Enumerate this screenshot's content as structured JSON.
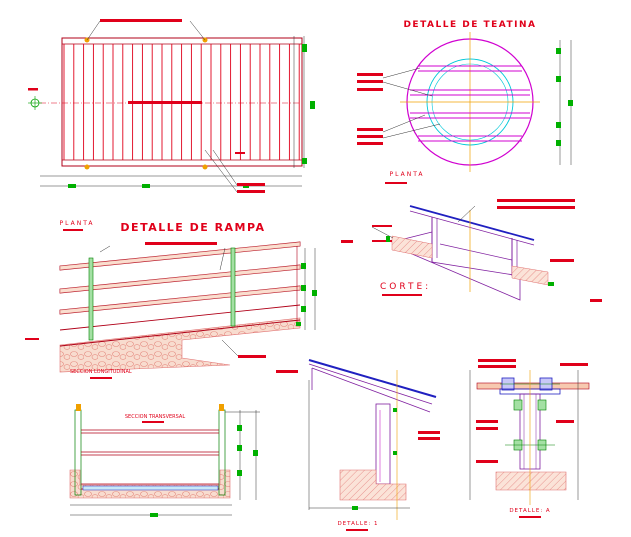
{
  "labels": {
    "teatina_title": "DETALLE DE TEATINA",
    "teatina_planta": "PLANTA",
    "rampa_planta": "PLANTA",
    "rampa_title": "DETALLE DE RAMPA",
    "corte": "CORTE:",
    "seccion_longitudinal": "SECCION LONGITUDINAL",
    "seccion_transversal": "SECCION TRANSVERSAL",
    "detalle_1": "DETALLE: 1",
    "detalle_a": "DETALLE: A"
  },
  "colors": {
    "red": "#e0001a",
    "dark_red": "#b00018",
    "green": "#00b000",
    "magenta": "#d000d0",
    "cyan": "#00c8d8",
    "orange": "#f0a000",
    "blue": "#2020c0",
    "purple": "#8020a0",
    "fill_rubble": "#f7d2c4"
  }
}
